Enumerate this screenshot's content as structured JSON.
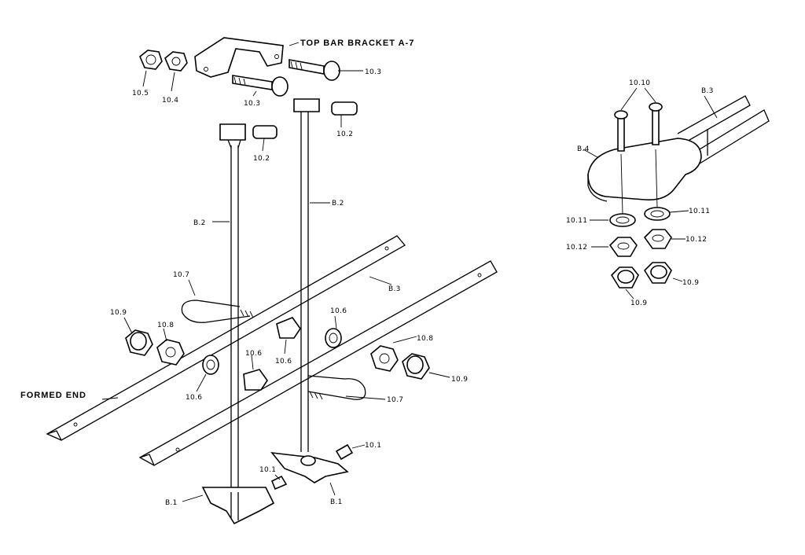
{
  "labels": {
    "top_bar_bracket": "TOP BAR BRACKET A-7",
    "formed_end": "FORMED END",
    "p10_5": "10.5",
    "p10_4": "10.4",
    "p10_3_a": "10.3",
    "p10_3_b": "10.3",
    "p10_2_a": "10.2",
    "p10_2_b": "10.2",
    "b2_a": "B.2",
    "b2_b": "B.2",
    "b3_a": "B.3",
    "b3_b": "B.3",
    "b4": "B.4",
    "p10_7_a": "10.7",
    "p10_7_b": "10.7",
    "p10_9_a": "10.9",
    "p10_9_b": "10.9",
    "p10_9_c": "10.9",
    "p10_9_d": "10.9",
    "p10_8_a": "10.8",
    "p10_8_b": "10.8",
    "p10_6_a": "10.6",
    "p10_6_b": "10.6",
    "p10_6_c": "10.6",
    "p10_6_d": "10.6",
    "p10_1_a": "10.1",
    "p10_1_b": "10.1",
    "b1_a": "B.1",
    "b1_b": "B.1",
    "p10_10": "10.10",
    "p10_11_a": "10.11",
    "p10_11_b": "10.11",
    "p10_12_a": "10.12",
    "p10_12_b": "10.12"
  }
}
